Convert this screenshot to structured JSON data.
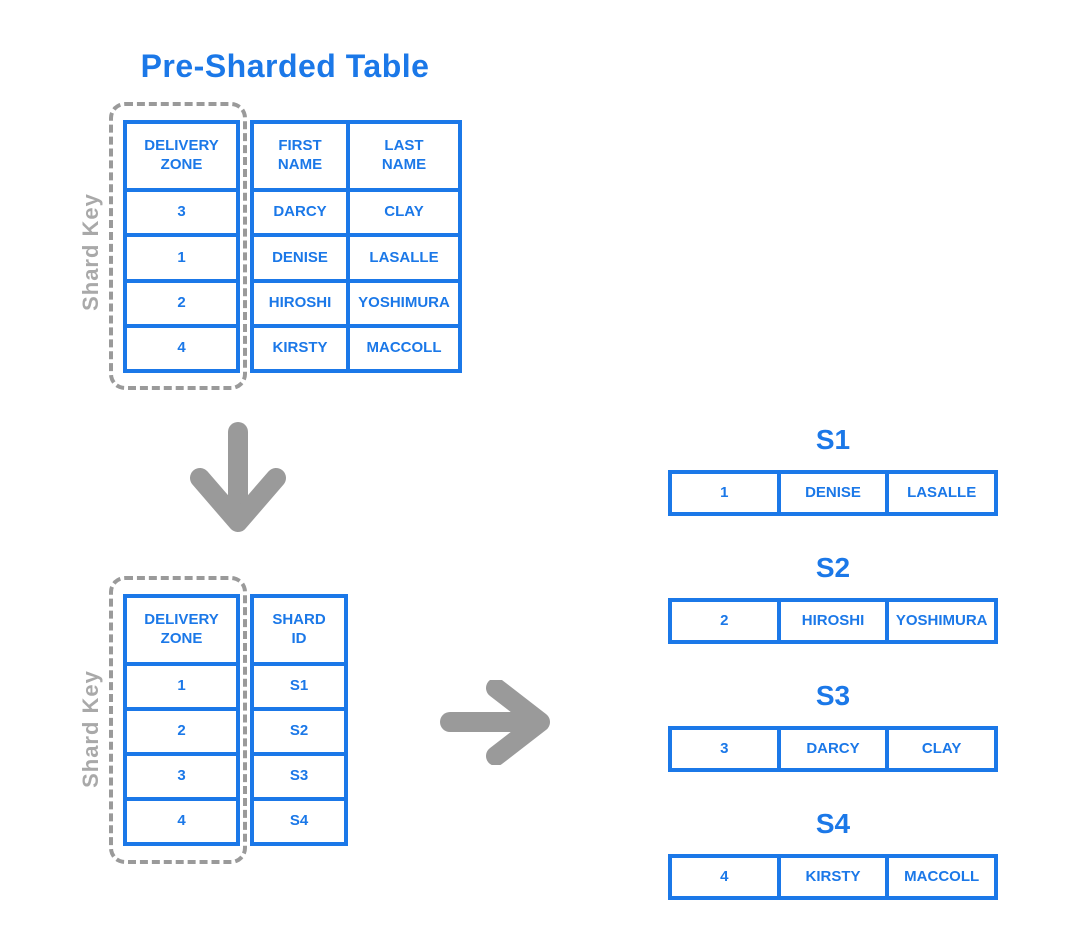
{
  "diagram_title": "Pre-Sharded Table",
  "shard_key_label": "Shard Key",
  "pre_sharded_table": {
    "key_column": {
      "header": "DELIVERY ZONE",
      "values": [
        "3",
        "1",
        "2",
        "4"
      ]
    },
    "data_columns": {
      "headers": [
        "FIRST NAME",
        "LAST NAME"
      ],
      "rows": [
        [
          "DARCY",
          "CLAY"
        ],
        [
          "DENISE",
          "LASALLE"
        ],
        [
          "HIROSHI",
          "YOSHIMURA"
        ],
        [
          "KIRSTY",
          "MACCOLL"
        ]
      ]
    }
  },
  "mapping_table": {
    "key_column": {
      "header": "DELIVERY ZONE",
      "values": [
        "1",
        "2",
        "3",
        "4"
      ]
    },
    "data_columns": {
      "headers": [
        "SHARD ID"
      ],
      "rows": [
        [
          "S1"
        ],
        [
          "S2"
        ],
        [
          "S3"
        ],
        [
          "S4"
        ]
      ]
    }
  },
  "shards": [
    {
      "label": "S1",
      "row": [
        "1",
        "DENISE",
        "LASALLE"
      ]
    },
    {
      "label": "S2",
      "row": [
        "2",
        "HIROSHI",
        "YOSHIMURA"
      ]
    },
    {
      "label": "S3",
      "row": [
        "3",
        "DARCY",
        "CLAY"
      ]
    },
    {
      "label": "S4",
      "row": [
        "4",
        "KIRSTY",
        "MACCOLL"
      ]
    }
  ],
  "colors": {
    "accent_blue": "#1b78e8",
    "arrow_gray": "#9a9a9a",
    "label_gray": "#a9a9a9"
  }
}
